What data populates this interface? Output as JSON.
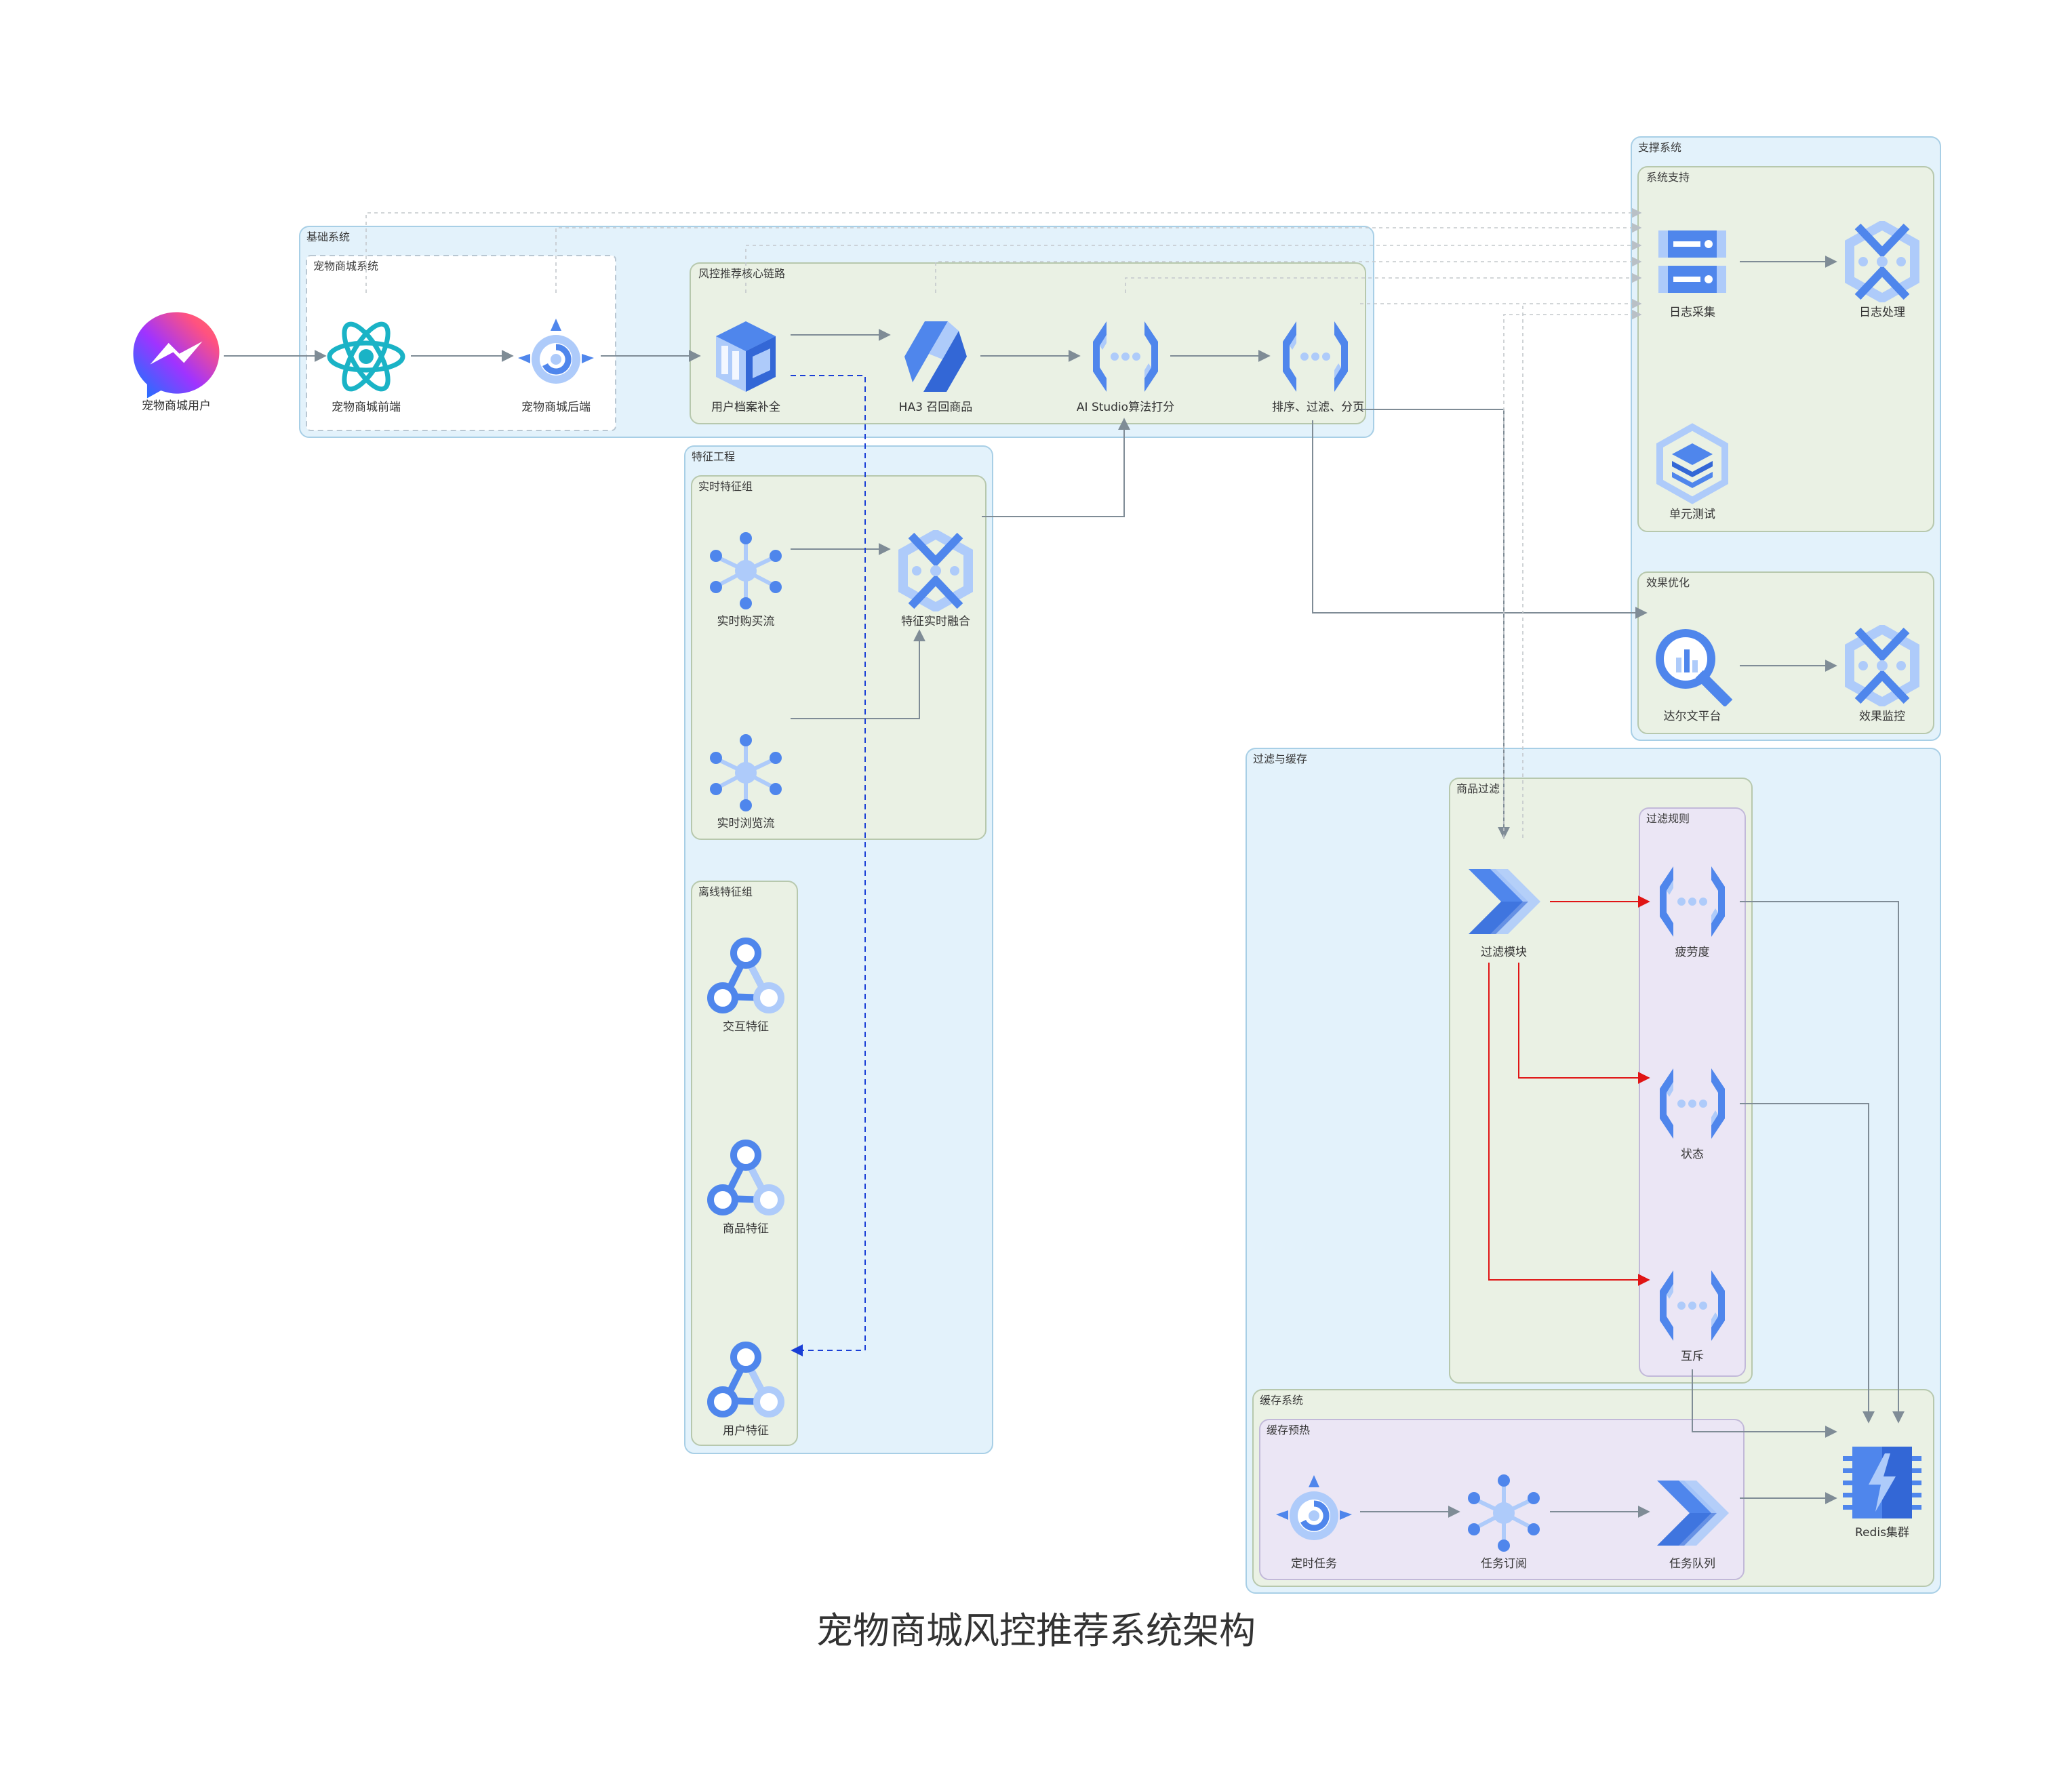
{
  "title": "宠物商城风控推荐系统架构",
  "groups": {
    "base_system": "基础系统",
    "pet_mall_system": "宠物商城系统",
    "core_chain": "风控推荐核心链路",
    "feature_engineering": "特征工程",
    "realtime_feature_group": "实时特征组",
    "offline_feature_group": "离线特征组",
    "support_system": "支撑系统",
    "system_support": "系统支持",
    "effect_optimization": "效果优化",
    "filter_cache": "过滤与缓存",
    "product_filter": "商品过滤",
    "filter_rules": "过滤规则",
    "cache_system": "缓存系统",
    "cache_preheat": "缓存预热"
  },
  "nodes": {
    "user": "宠物商城用户",
    "frontend": "宠物商城前端",
    "backend": "宠物商城后端",
    "profile": "用户档案补全",
    "ha3": "HA3 召回商品",
    "ai_studio": "AI Studio算法打分",
    "sort_filter": "排序、过滤、分页",
    "realtime_buy": "实时购买流",
    "realtime_fusion": "特征实时融合",
    "realtime_browse": "实时浏览流",
    "interaction_feat": "交互特征",
    "product_feat": "商品特征",
    "user_feat": "用户特征",
    "log_collect": "日志采集",
    "log_process": "日志处理",
    "unit_test": "单元测试",
    "darwin": "达尔文平台",
    "effect_monitor": "效果监控",
    "filter_module": "过滤模块",
    "fatigue": "疲劳度",
    "status": "状态",
    "mutex": "互斥",
    "scheduled_task": "定时任务",
    "task_subscribe": "任务订阅",
    "task_queue": "任务队列",
    "redis": "Redis集群"
  },
  "icons": {
    "user": "messenger-icon",
    "frontend": "react-icon",
    "backend": "gear-service-icon",
    "profile": "data-cube-icon",
    "ha3": "sync-arrows-icon",
    "ai_studio": "function-braces-icon",
    "sort_filter": "function-braces-icon",
    "realtime_buy": "pubsub-hub-icon",
    "realtime_fusion": "hexagon-processing-icon",
    "realtime_browse": "pubsub-hub-icon",
    "interaction_feat": "graph-nodes-icon",
    "product_feat": "graph-nodes-icon",
    "user_feat": "graph-nodes-icon",
    "log_collect": "server-rack-icon",
    "log_process": "hexagon-processing-icon",
    "unit_test": "stacked-layers-icon",
    "darwin": "magnifier-chart-icon",
    "effect_monitor": "hexagon-processing-icon",
    "filter_module": "forward-chevrons-icon",
    "fatigue": "function-braces-icon",
    "status": "function-braces-icon",
    "mutex": "function-braces-icon",
    "scheduled_task": "gear-service-icon",
    "task_subscribe": "pubsub-hub-icon",
    "task_queue": "forward-chevrons-icon",
    "redis": "memory-chip-icon"
  },
  "colors": {
    "outer_group_fill": "#e3f2fb",
    "inner_group_fill": "#eaf1e4",
    "rule_group_fill": "#ebe6f5",
    "edge": "#7f8c96",
    "edge_red": "#e01515",
    "edge_blue": "#1a3fd6",
    "icon_blue": "#4f86ec",
    "icon_light": "#aecbfa",
    "react": "#1ab3c6"
  }
}
